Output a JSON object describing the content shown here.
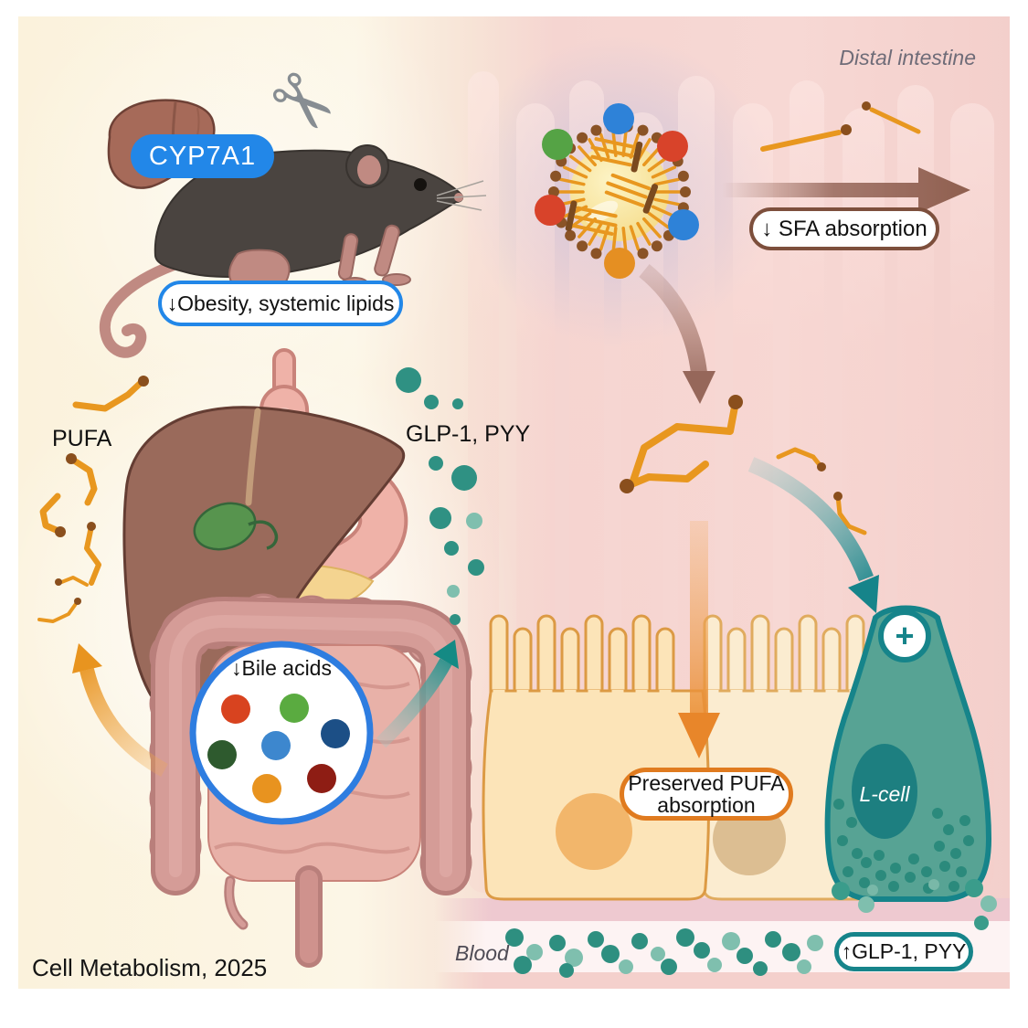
{
  "left_panel": {
    "gene_label": "CYP7A1",
    "outcome_pill": "↓Obesity, systemic lipids",
    "pufa_label": "PUFA",
    "hormones_label": "GLP-1, PYY",
    "bile_acids_pill": "↓Bile acids",
    "credit": "Cell Metabolism, 2025"
  },
  "right_panel": {
    "region_label": "Distal intestine",
    "sfa_pill": "↓ SFA absorption",
    "preserved_pill": {
      "line1": "Preserved PUFA",
      "line2": "absorption"
    },
    "lcell_label": "L-cell",
    "lcell_plus": "+",
    "blood_label": "Blood",
    "hormones_pill": "↑GLP-1, PYY"
  },
  "colors": {
    "blue": "#2287e8",
    "bile_circle_border": "#2e7de0",
    "brown": "#8a5a44",
    "orange": "#e8941f",
    "teal": "#16848a",
    "lcell_fill": "#57a394",
    "micelle_core": "#f5dd8e",
    "fatty_acid": "#e8971f",
    "fatty_acid_head": "#8a4f1d"
  },
  "dots": {
    "bile_acids": [
      [
        238,
        758,
        16,
        "#d8431f"
      ],
      [
        302,
        757,
        16,
        "#5aab40"
      ],
      [
        347,
        785,
        16,
        "#1c4f86"
      ],
      [
        282,
        798,
        16,
        "#3d87ce"
      ],
      [
        223,
        808,
        16,
        "#2e5a2e"
      ],
      [
        272,
        845,
        16,
        "#e8931f"
      ],
      [
        332,
        834,
        16,
        "#8e1d14"
      ]
    ],
    "micelle_surface": [
      [
        657,
        112,
        17,
        "#2e82d8"
      ],
      [
        590,
        140,
        17,
        "#55a345"
      ],
      [
        716,
        142,
        17,
        "#d8432a"
      ],
      [
        582,
        212,
        17,
        "#d8432a"
      ],
      [
        728,
        228,
        17,
        "#2e82d8"
      ],
      [
        658,
        270,
        17,
        "#e58f22"
      ]
    ],
    "glp1_bubbles": [
      [
        427,
        398,
        14
      ],
      [
        452,
        422,
        8
      ],
      [
        481,
        424,
        6
      ],
      [
        457,
        489,
        8
      ],
      [
        488,
        505,
        14
      ],
      [
        462,
        549,
        12
      ],
      [
        499,
        552,
        9,
        "#7fbfae"
      ],
      [
        474,
        582,
        8
      ],
      [
        501,
        603,
        9
      ],
      [
        476,
        629,
        7,
        "#7fbfae"
      ],
      [
        478,
        660,
        6
      ]
    ],
    "lcell_granules": [
      [
        898,
        862
      ],
      [
        912,
        882
      ],
      [
        902,
        902
      ],
      [
        918,
        916
      ],
      [
        908,
        936
      ],
      [
        928,
        926
      ],
      [
        926,
        948
      ],
      [
        944,
        940
      ],
      [
        942,
        918
      ],
      [
        960,
        932
      ],
      [
        958,
        952
      ],
      [
        976,
        942
      ],
      [
        980,
        922
      ],
      [
        994,
        936
      ],
      [
        996,
        954
      ],
      [
        1006,
        872
      ],
      [
        1018,
        890
      ],
      [
        1008,
        908
      ],
      [
        1026,
        916
      ],
      [
        1014,
        930
      ],
      [
        1032,
        936
      ],
      [
        1024,
        952
      ],
      [
        1040,
        902
      ],
      [
        1036,
        880
      ],
      [
        935,
        956,
        6,
        "#79b8a8"
      ],
      [
        1002,
        950,
        6,
        "#79b8a8"
      ]
    ],
    "lcell_release": [
      [
        900,
        957,
        10,
        "#3a9c8b"
      ],
      [
        928,
        972,
        9,
        "#7fbfae"
      ],
      [
        1046,
        954,
        10,
        "#3a9c8b"
      ],
      [
        1062,
        971,
        9,
        "#7fbfae"
      ],
      [
        1054,
        992,
        8,
        "#3a9c8b"
      ]
    ],
    "blood": [
      [
        543,
        1008,
        10
      ],
      [
        565,
        1024,
        9,
        "#7fbfae"
      ],
      [
        552,
        1038,
        10
      ],
      [
        590,
        1014,
        9
      ],
      [
        608,
        1030,
        10,
        "#7fbfae"
      ],
      [
        600,
        1044,
        8
      ],
      [
        632,
        1010,
        9
      ],
      [
        648,
        1026,
        10
      ],
      [
        665,
        1040,
        8,
        "#7fbfae"
      ],
      [
        680,
        1012,
        9
      ],
      [
        700,
        1026,
        8,
        "#7fbfae"
      ],
      [
        712,
        1040,
        9
      ],
      [
        730,
        1008,
        10
      ],
      [
        748,
        1022,
        9
      ],
      [
        762,
        1038,
        8,
        "#7fbfae"
      ],
      [
        780,
        1012,
        10,
        "#7fbfae"
      ],
      [
        795,
        1028,
        9
      ],
      [
        812,
        1042,
        8
      ],
      [
        826,
        1010,
        9
      ],
      [
        846,
        1024,
        10
      ],
      [
        860,
        1040,
        8,
        "#7fbfae"
      ],
      [
        872,
        1014,
        9,
        "#7fbfae"
      ]
    ]
  }
}
